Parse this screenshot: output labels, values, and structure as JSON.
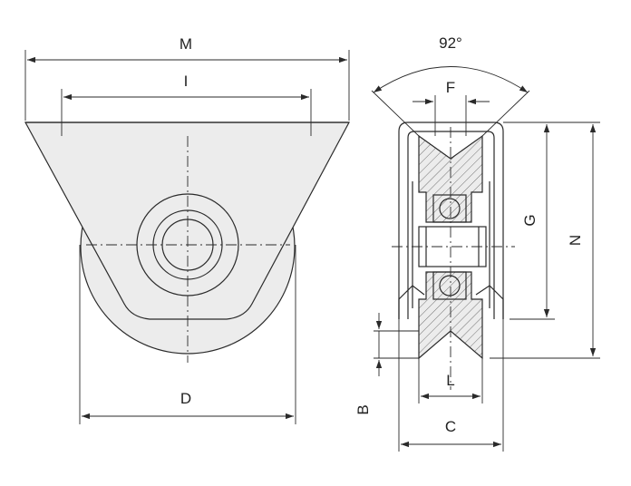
{
  "labels": {
    "m": "M",
    "i": "I",
    "d": "D",
    "angle": "92°",
    "f": "F",
    "g": "G",
    "n": "N",
    "l": "L",
    "c": "C",
    "b": "B"
  },
  "colors": {
    "line": "#2a2a2a",
    "fill": "#ececec",
    "background": "#ffffff"
  }
}
